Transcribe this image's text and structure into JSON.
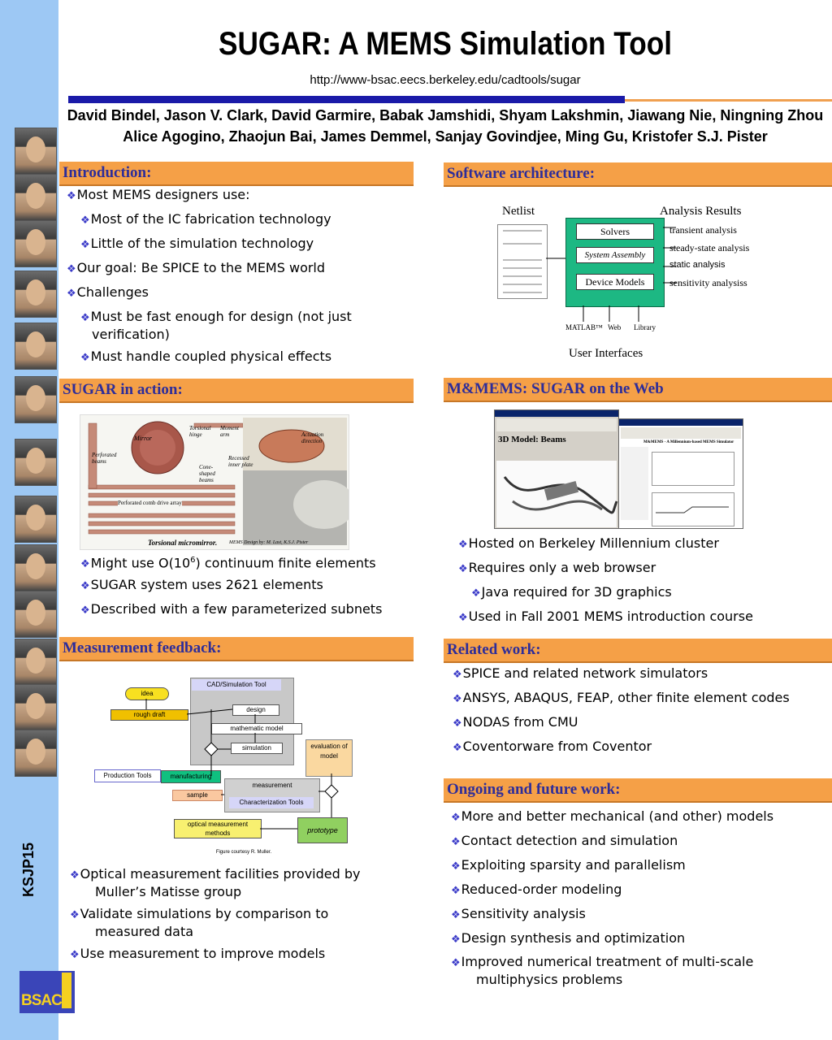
{
  "title": "SUGAR: A MEMS Simulation Tool",
  "url": "http://www-bsac.eecs.berkeley.edu/cadtools/sugar",
  "authors_line1": "David Bindel, Jason V. Clark, David Garmire, Babak Jamshidi, Shyam Lakshmin, Jiawang Nie, Ningning Zhou",
  "authors_line2": "Alice Agogino, Zhaojun Bai, James Demmel, Sanjay Govindjee, Ming Gu, Kristofer S.J. Pister",
  "sidebar": {
    "code": "KSJP15",
    "logo": "BSAC"
  },
  "colors": {
    "section_bg": "#f5a047",
    "section_text": "#2d2d9a",
    "sidebar": "#9dc8f4",
    "bullet": "#3a3ac8"
  },
  "introduction": {
    "heading": "Introduction:",
    "b1": "Most MEMS designers use:",
    "b1a": "Most of the IC fabrication technology",
    "b1b": "Little of the simulation technology",
    "b2": "Our goal: Be SPICE to the MEMS world",
    "b3": "Challenges",
    "b3a1": "Must be fast enough for design (not just",
    "b3a2": "verification)",
    "b3b": "Must handle coupled physical effects"
  },
  "software": {
    "heading": "Software architecture:",
    "netlist": "Netlist",
    "analysis": "Analysis Results",
    "solvers": "Solvers",
    "system_assembly": "System Assembly",
    "device_models": "Device Models",
    "r1": "transient analysis",
    "r2": "steady-state analysis",
    "r3": "static analysis",
    "r4": "sensitivity analysiss",
    "i1": "MATLAB™",
    "i2": "Web",
    "i3": "Library",
    "ui": "User Interfaces"
  },
  "action": {
    "heading": "SUGAR in action:",
    "caption1": "Torsional micromirror.",
    "caption2": "MEMS Design by: M. Last, K.S.J. Pister",
    "lbl_mirror": "Mirror",
    "lbl_torsional": "Torsional hinge",
    "lbl_moment": "Moment arm",
    "lbl_perforated": "Perforated beams",
    "lbl_recessed": "Recessed inner plate",
    "lbl_cone": "Cone-shaped beams",
    "lbl_comb": "Perforated comb drive array",
    "lbl_actuation": "Actuation direction",
    "b1_pre": "Might use O(10",
    "b1_sup": "6",
    "b1_post": ") continuum finite elements",
    "b2": "SUGAR system uses 2621 elements",
    "b3": "Described with a few parameterized subnets"
  },
  "web": {
    "heading": "M&MEMS: SUGAR on the Web",
    "screen_title": "3D Model: Beams",
    "screen2_title": "M&MEMS - A Millennium-based MEMS Simulator",
    "b1": "Hosted on Berkeley Millennium cluster",
    "b2": "Requires only a web browser",
    "b2a": "Java required for 3D graphics",
    "b3": "Used in Fall 2001 MEMS introduction course"
  },
  "measurement": {
    "heading": "Measurement feedback:",
    "cad_tool": "CAD/Simulation Tool",
    "idea": "idea",
    "rough_draft": "rough draft",
    "design": "design",
    "math_model": "mathematic model",
    "simulation": "simulation",
    "evaluation": "evaluation of model",
    "production": "Production Tools",
    "manufacturing": "manufacturing",
    "measurement": "measurement",
    "characterization": "Characterization Tools",
    "sample": "sample",
    "optical": "optical measurement methods",
    "prototype": "prototype",
    "courtesy": "Figure courtesy R. Muller.",
    "b1a": "Optical measurement facilities provided by",
    "b1b": "Muller’s Matisse group",
    "b2a": "Validate simulations by comparison to",
    "b2b": "measured data",
    "b3": "Use measurement to improve models"
  },
  "related": {
    "heading": "Related work:",
    "b1": "SPICE and related network simulators",
    "b2": "ANSYS, ABAQUS, FEAP, other finite element codes",
    "b3": "NODAS from CMU",
    "b4": "Coventorware from Coventor"
  },
  "future": {
    "heading": "Ongoing and future work:",
    "b1": "More and better mechanical (and other) models",
    "b2": "Contact detection and simulation",
    "b3": "Exploiting sparsity and parallelism",
    "b4": "Reduced-order modeling",
    "b5": "Sensitivity analysis",
    "b6": "Design synthesis and optimization",
    "b7a": "Improved numerical treatment of multi-scale",
    "b7b": "multiphysics problems"
  }
}
